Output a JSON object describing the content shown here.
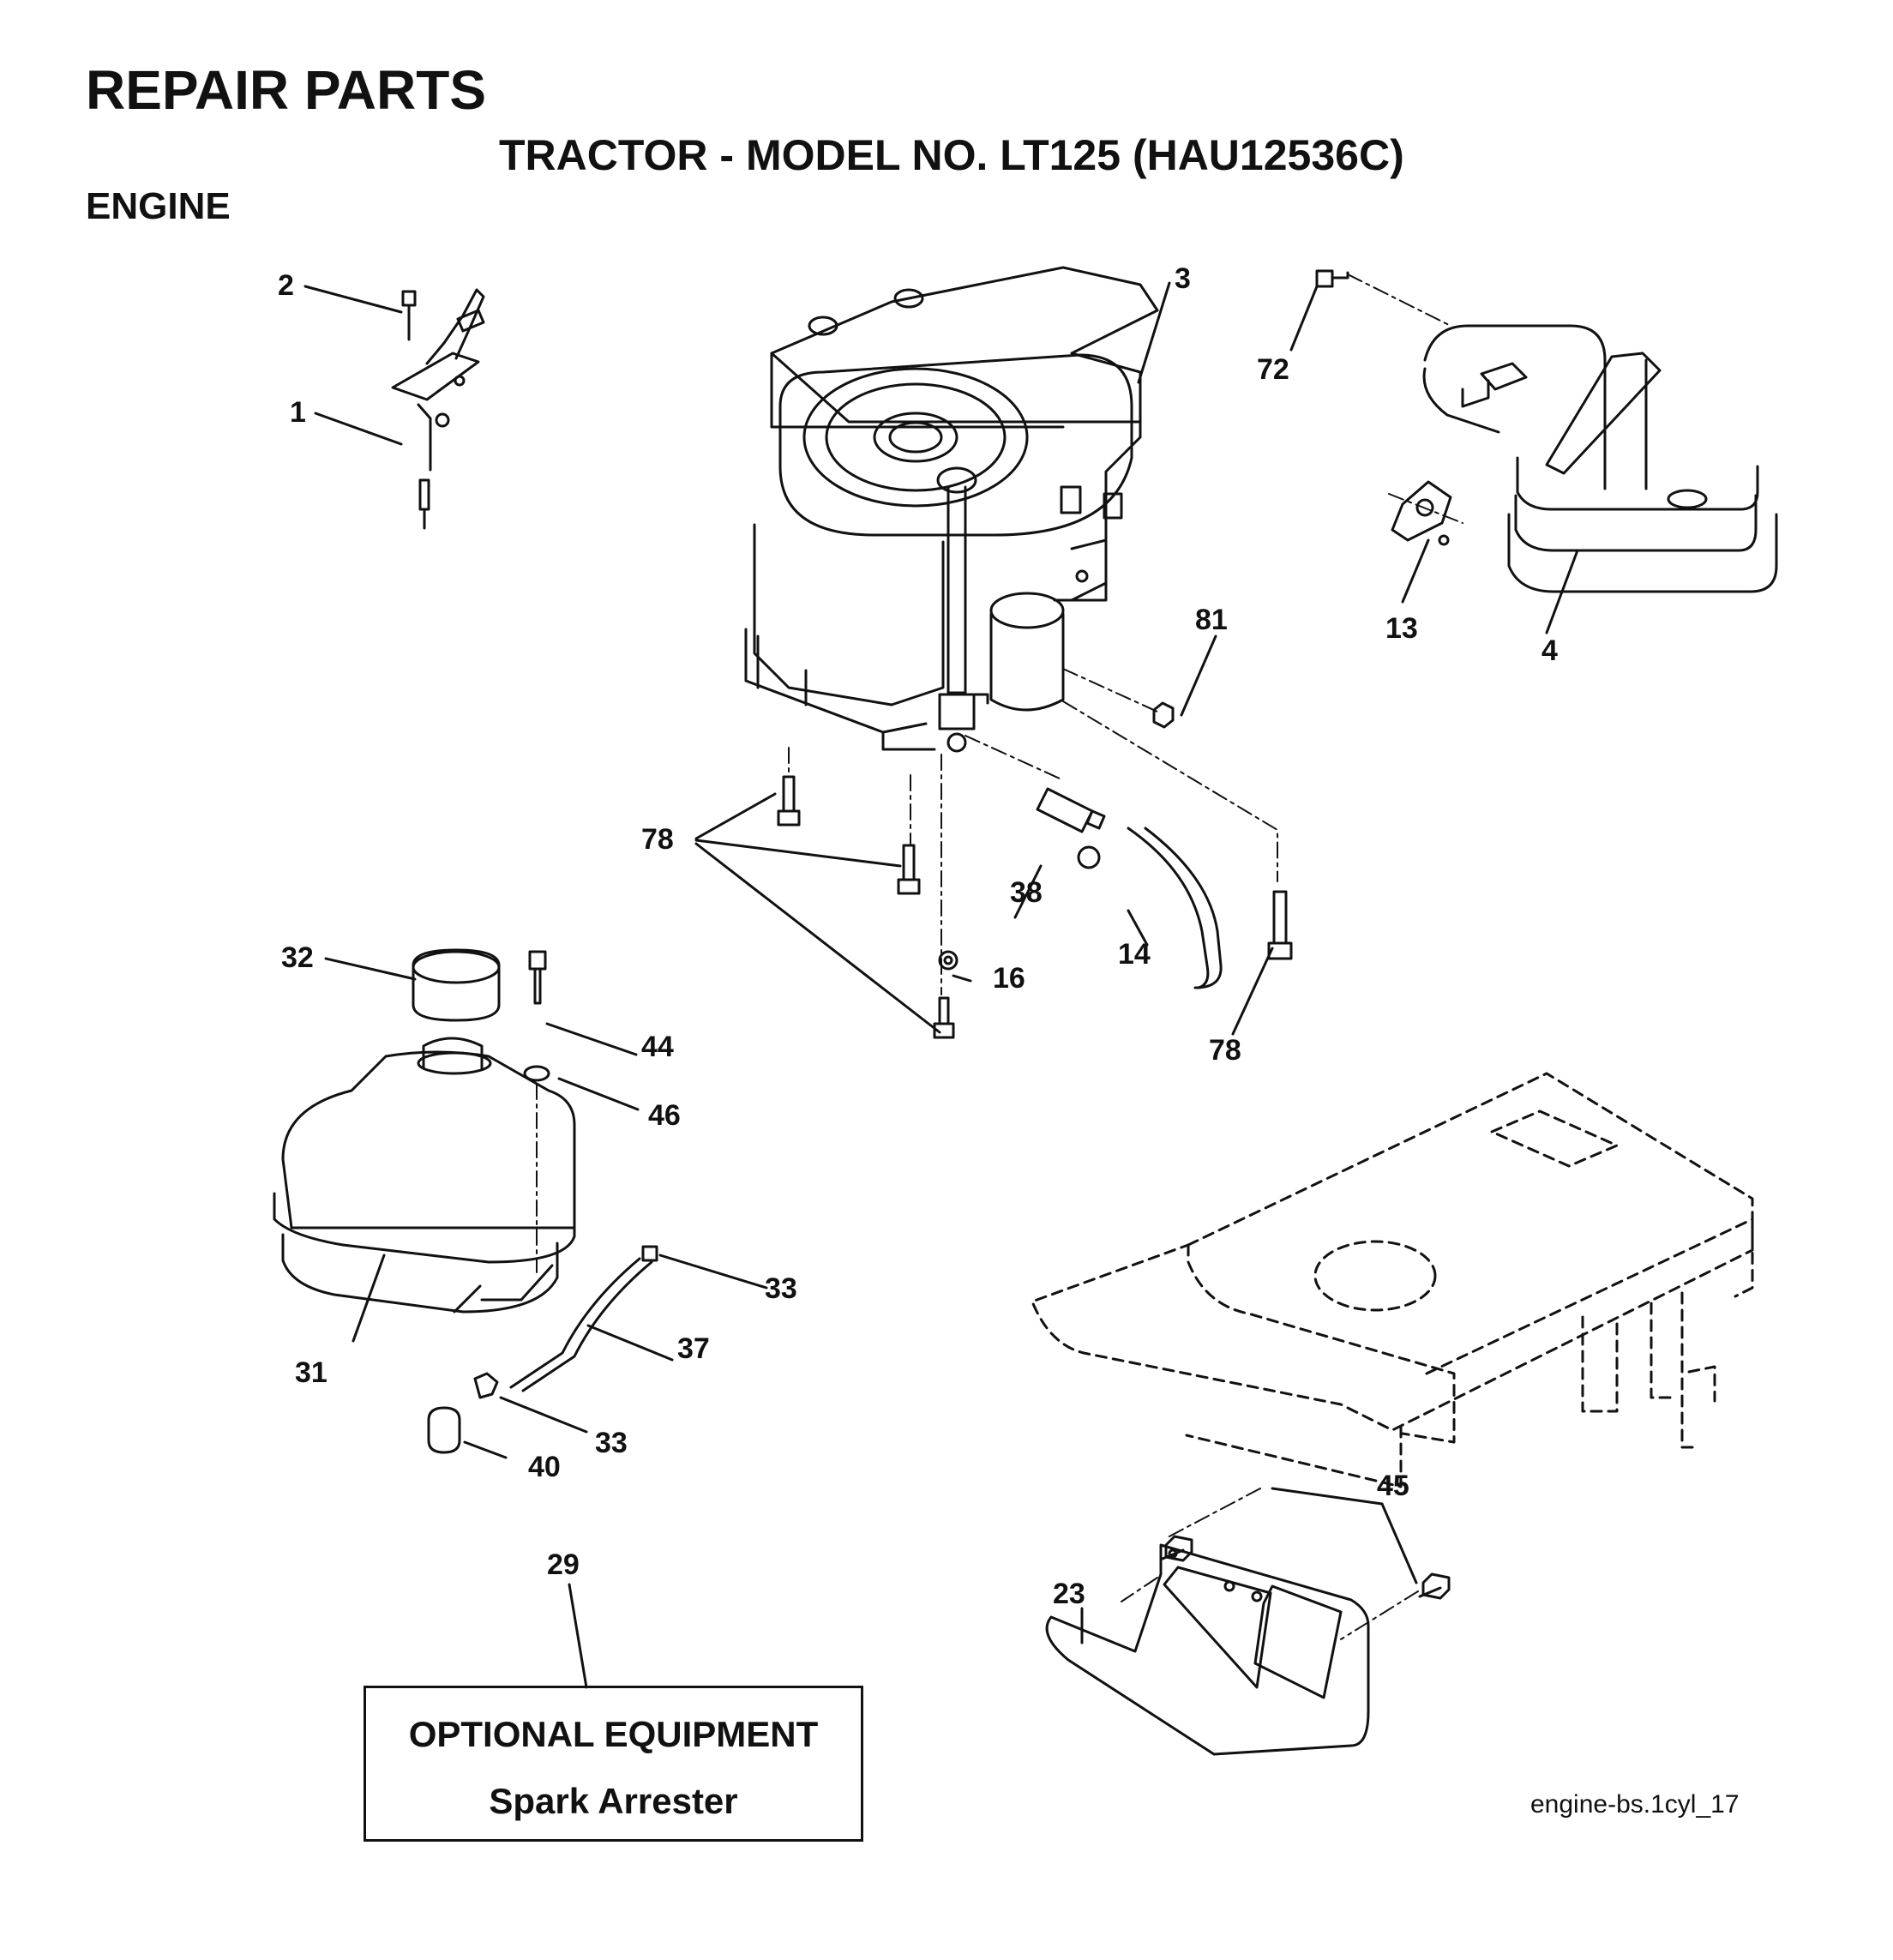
{
  "header": {
    "title": "REPAIR PARTS",
    "subtitle": "TRACTOR - MODEL NO. LT125 (HAU12536C)",
    "section": "ENGINE"
  },
  "callouts": {
    "c2": "2",
    "c1": "1",
    "c3": "3",
    "c72": "72",
    "c13": "13",
    "c4": "4",
    "c81": "81",
    "c78a": "78",
    "c38": "38",
    "c14": "14",
    "c16": "16",
    "c78b": "78",
    "c32": "32",
    "c44": "44",
    "c46": "46",
    "c33a": "33",
    "c37": "37",
    "c31": "31",
    "c33b": "33",
    "c40": "40",
    "c29": "29",
    "c45": "45",
    "c23": "23"
  },
  "optional_box": {
    "title": "OPTIONAL EQUIPMENT",
    "item": "Spark Arrester"
  },
  "reference": "engine-bs.1cyl_17"
}
